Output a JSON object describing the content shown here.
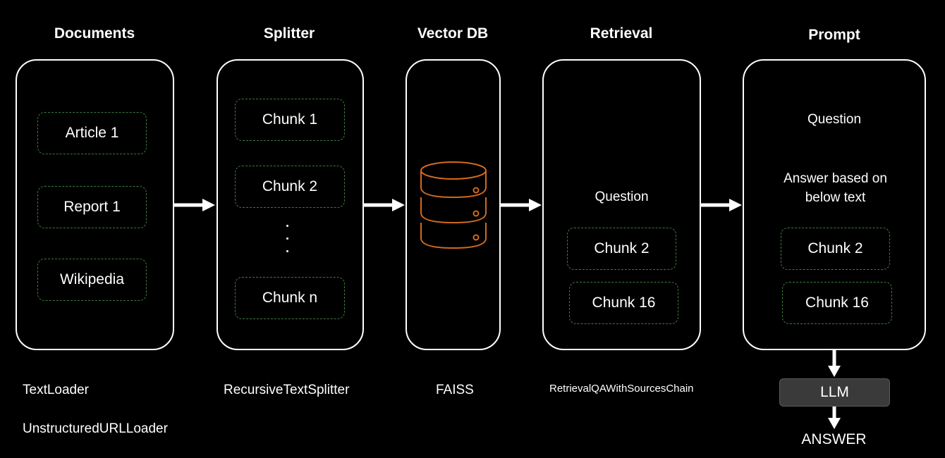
{
  "headings": {
    "documents": "Documents",
    "splitter": "Splitter",
    "vector_db": "Vector DB",
    "retrieval": "Retrieval",
    "prompt": "Prompt"
  },
  "documents": [
    "Article 1",
    "Report 1",
    "Wikipedia"
  ],
  "splitter": {
    "chunk_1": "Chunk 1",
    "chunk_2": "Chunk 2",
    "chunk_n": "Chunk n"
  },
  "retrieval": {
    "question": "Question",
    "chunks": [
      "Chunk 2",
      "Chunk 16"
    ]
  },
  "prompt": {
    "question": "Question",
    "instruction_line1": "Answer based on",
    "instruction_line2": "below text",
    "chunks": [
      "Chunk 2",
      "Chunk 16"
    ]
  },
  "labels": {
    "text_loader": "TextLoader",
    "unstructured_loader": "UnstructuredURLLoader",
    "recursive_splitter": "RecursiveTextSplitter",
    "faiss": "FAISS",
    "retrieval_chain": "RetrievalQAWithSourcesChain"
  },
  "llm": "LLM",
  "answer": "ANSWER",
  "colors": {
    "background": "#000000",
    "chunk_border": "#3f7a3f",
    "db_icon": "#d2691e",
    "llm_box": "#3a3a3a"
  },
  "icons": {
    "vector_db": "database-icon"
  }
}
